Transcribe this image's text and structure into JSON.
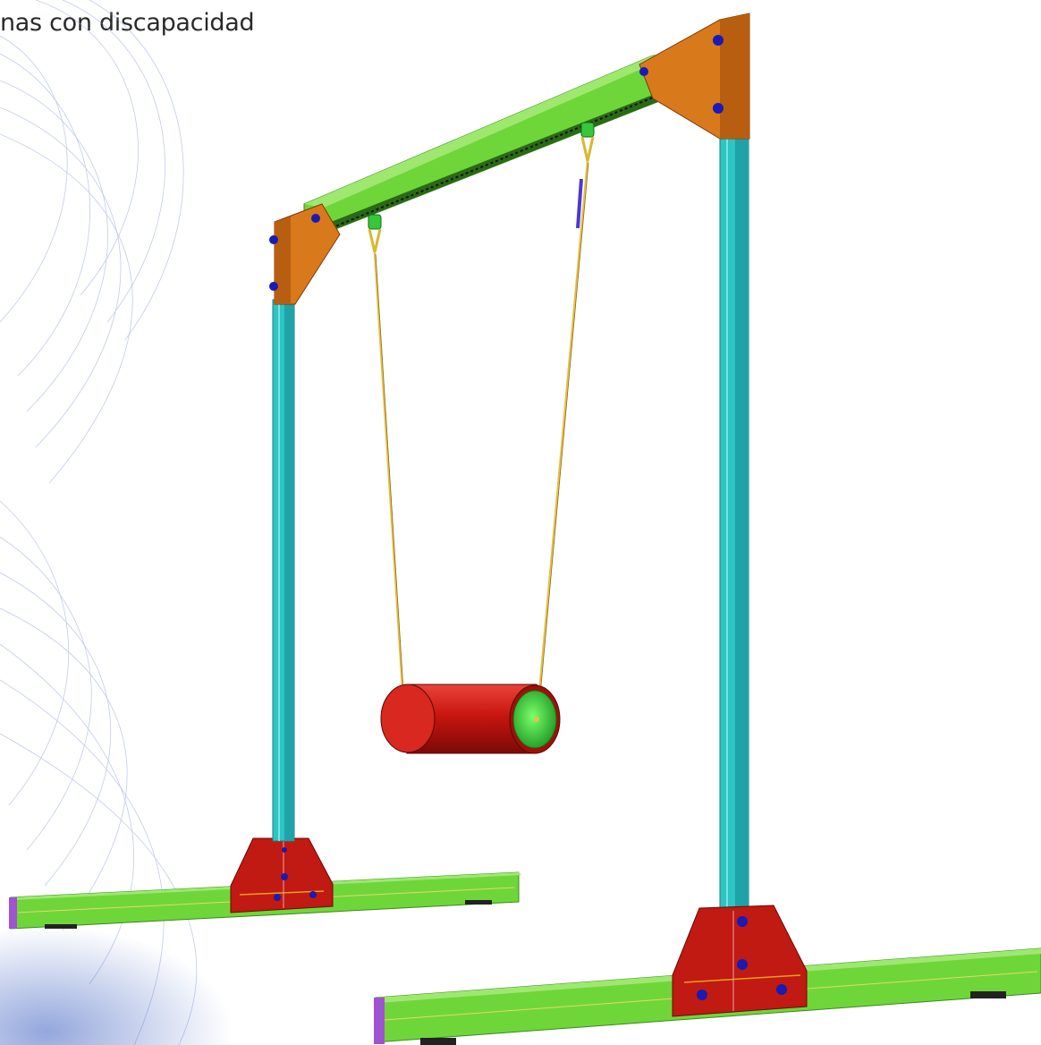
{
  "caption": "nas con discapacidad",
  "colors": {
    "beam": "#6fd63a",
    "column": "#2ec4c4",
    "gusset": "#d87a1c",
    "base_plate": "#c01a12",
    "bolt": "#1a1ab4",
    "rope": "#e8c14a",
    "seat_body": "#c8150f",
    "seat_cap": "#35c83a",
    "end_cap": "#a052d0"
  },
  "icons": [
    "swing-frame-illustration",
    "decorative-wave-lines"
  ]
}
